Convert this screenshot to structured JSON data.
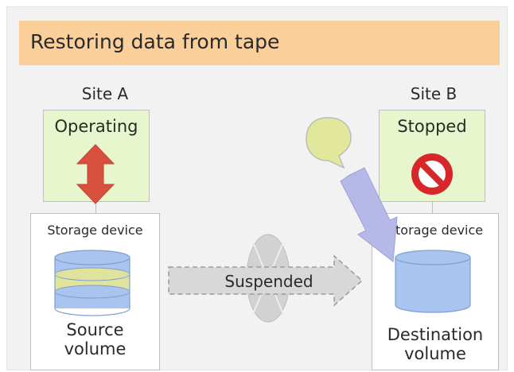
{
  "header": {
    "title": "Restoring data from tape"
  },
  "site_a": {
    "label": "Site A",
    "status": "Operating",
    "storage_label": "Storage device",
    "volume_label_line1": "Source",
    "volume_label_line2": "volume"
  },
  "site_b": {
    "label": "Site B",
    "status": "Stopped",
    "storage_label": "Storage device",
    "volume_label_line1": "Destination",
    "volume_label_line2": "volume"
  },
  "link": {
    "status": "Suspended"
  },
  "colors": {
    "header_bg": "#fbcf9a",
    "status_bg": "#e7f6cd",
    "operating_arrow": "#d9503f",
    "stop_sign": "#d7272b",
    "tape_bubble": "#e1e89b",
    "restore_arrow": "#b6b8e8",
    "source_disk_blue": "#a9c4ee",
    "source_disk_yellow": "#e0e39b",
    "destination_disk": "#a9c4ee",
    "suspended_arrow": "#d8d8d8",
    "suspended_shield": "#d2d2d2"
  },
  "icons": {
    "operating": "double-arrow-icon",
    "stopped": "prohibited-icon",
    "tape": "speech-bubble-icon",
    "restore": "diagonal-arrow-icon",
    "disk": "cylinder-disk-icon"
  }
}
